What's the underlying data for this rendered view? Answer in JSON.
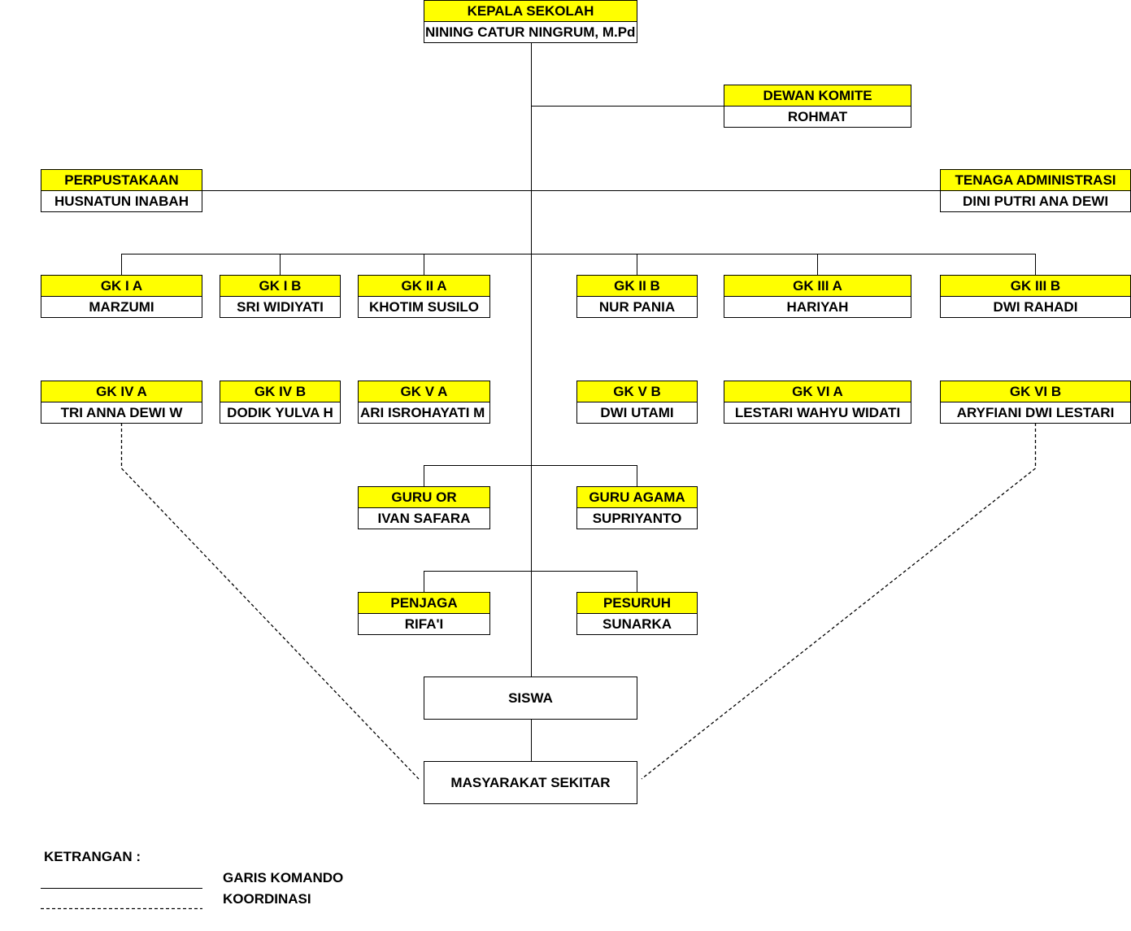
{
  "nodes": {
    "kepala": {
      "title": "KEPALA SEKOLAH",
      "name": "NINING CATUR NINGRUM, M.Pd"
    },
    "komite": {
      "title": "DEWAN KOMITE",
      "name": "ROHMAT"
    },
    "perpus": {
      "title": "PERPUSTAKAAN",
      "name": "HUSNATUN INABAH"
    },
    "tu": {
      "title": "TENAGA ADMINISTRASI",
      "name": "DINI PUTRI ANA DEWI"
    },
    "gk1a": {
      "title": "GK I A",
      "name": "MARZUMI"
    },
    "gk1b": {
      "title": "GK I B",
      "name": "SRI WIDIYATI"
    },
    "gk2a": {
      "title": "GK II A",
      "name": "KHOTIM SUSILO"
    },
    "gk2b": {
      "title": "GK II B",
      "name": "NUR PANIA"
    },
    "gk3a": {
      "title": "GK III A",
      "name": "HARIYAH"
    },
    "gk3b": {
      "title": "GK III B",
      "name": "DWI RAHADI"
    },
    "gk4a": {
      "title": "GK IV A",
      "name": "TRI ANNA DEWI W"
    },
    "gk4b": {
      "title": "GK IV B",
      "name": "DODIK YULVA H"
    },
    "gk5a": {
      "title": "GK V A",
      "name": "ARI ISROHAYATI M"
    },
    "gk5b": {
      "title": "GK V B",
      "name": "DWI UTAMI"
    },
    "gk6a": {
      "title": "GK VI A",
      "name": "LESTARI WAHYU WIDATI"
    },
    "gk6b": {
      "title": "GK VI B",
      "name": "ARYFIANI DWI LESTARI"
    },
    "guruor": {
      "title": "GURU OR",
      "name": "IVAN SAFARA"
    },
    "guruagama": {
      "title": "GURU AGAMA",
      "name": "SUPRIYANTO"
    },
    "penjaga": {
      "title": "PENJAGA",
      "name": "RIFA'I"
    },
    "pesuruh": {
      "title": "PESURUH",
      "name": "SUNARKA"
    },
    "siswa": {
      "label": "SISWA"
    },
    "masyarakat": {
      "label": "MASYARAKAT SEKITAR"
    }
  },
  "legend": {
    "title": "KETRANGAN :",
    "command": "GARIS KOMANDO",
    "coordination": "KOORDINASI"
  },
  "colors": {
    "header_fill": "#ffff00",
    "line": "#000000"
  }
}
